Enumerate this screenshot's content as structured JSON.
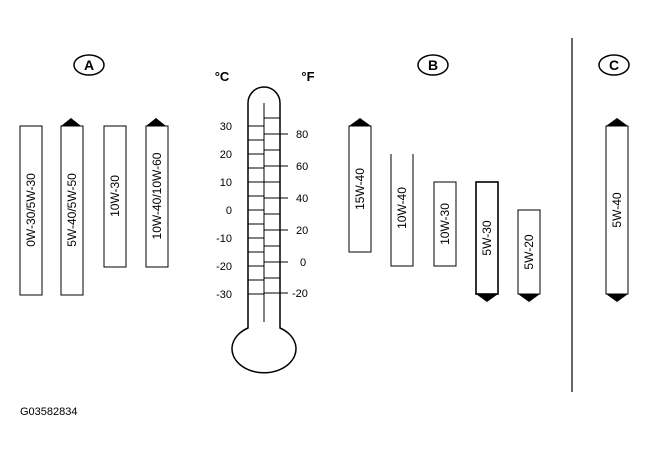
{
  "sections": {
    "a": "A",
    "b": "B",
    "c": "C"
  },
  "units": {
    "celsius": "°C",
    "fahrenheit": "°F"
  },
  "celsius_ticks": [
    "30",
    "20",
    "10",
    "0",
    "-10",
    "-20",
    "-30"
  ],
  "fahrenheit_ticks": [
    "80",
    "60",
    "40",
    "20",
    "0",
    "-20"
  ],
  "bars": {
    "a1": "0W-30/5W-30",
    "a2": "5W-40/5W-50",
    "a3": "10W-30",
    "a4": "10W-40/10W-60",
    "b1": "15W-40",
    "b2": "10W-40",
    "b3": "10W-30",
    "b4": "5W-30",
    "b5": "5W-20",
    "c1": "5W-40"
  },
  "reference_code": "G03582834"
}
